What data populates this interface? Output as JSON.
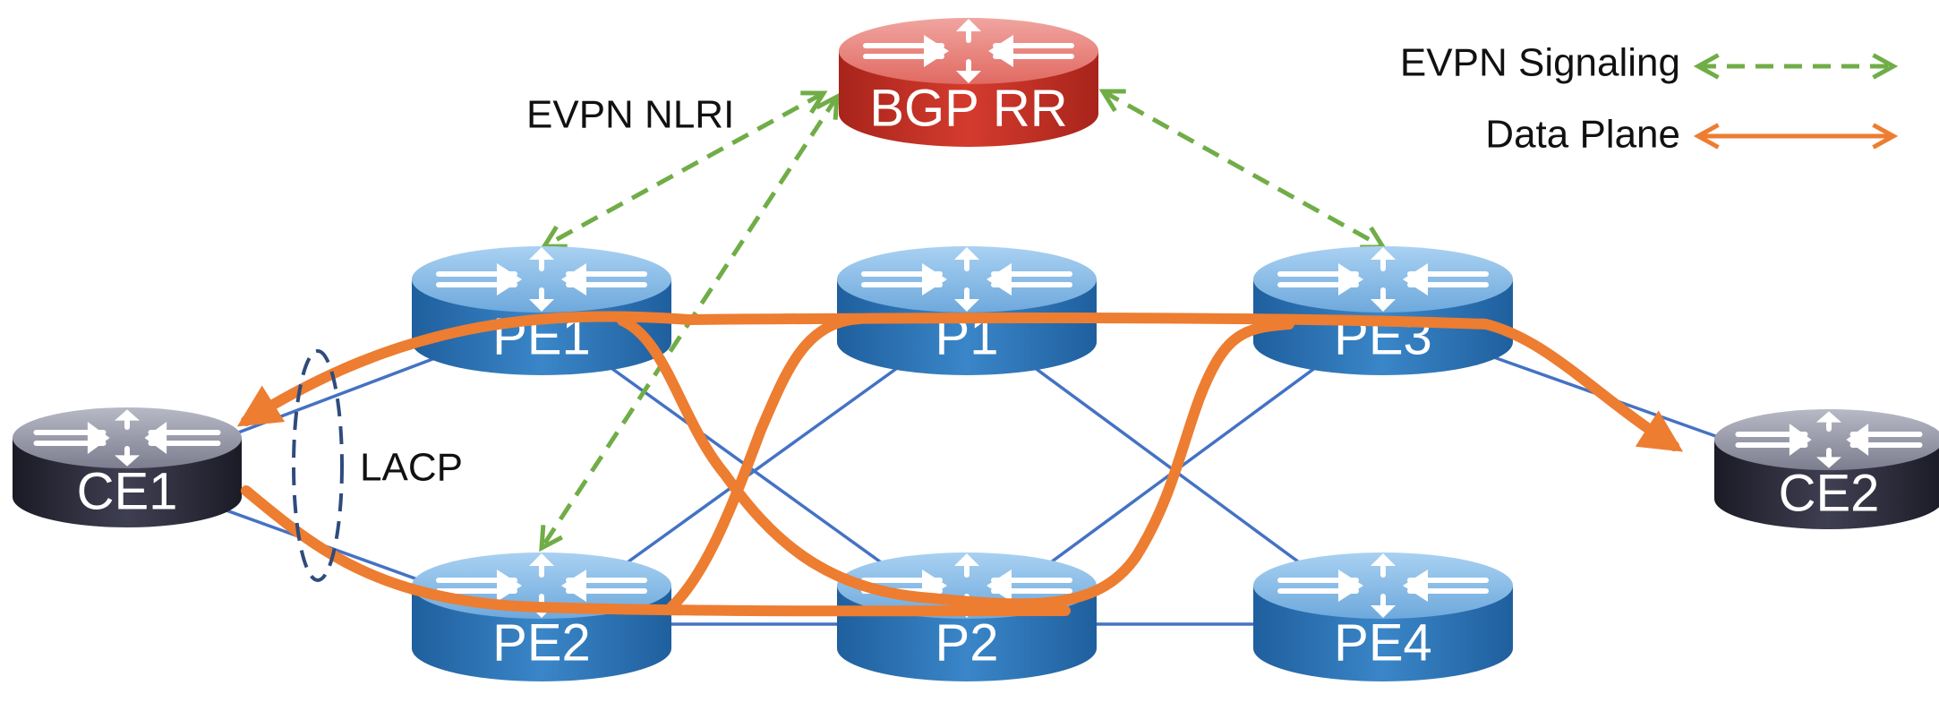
{
  "diagram": {
    "nodes": [
      {
        "id": "bgp-rr",
        "label": "BGP RR",
        "style": "red"
      },
      {
        "id": "pe1",
        "label": "PE1",
        "style": "blue"
      },
      {
        "id": "p1",
        "label": "P1",
        "style": "blue"
      },
      {
        "id": "pe3",
        "label": "PE3",
        "style": "blue"
      },
      {
        "id": "ce1",
        "label": "CE1",
        "style": "dark"
      },
      {
        "id": "ce2",
        "label": "CE2",
        "style": "dark"
      },
      {
        "id": "pe2",
        "label": "PE2",
        "style": "blue"
      },
      {
        "id": "p2",
        "label": "P2",
        "style": "blue"
      },
      {
        "id": "pe4",
        "label": "PE4",
        "style": "blue"
      }
    ],
    "links": [
      [
        "ce1",
        "pe1"
      ],
      [
        "ce1",
        "pe2"
      ],
      [
        "pe1",
        "p2"
      ],
      [
        "pe2",
        "p1"
      ],
      [
        "pe2",
        "p2"
      ],
      [
        "p1",
        "pe4"
      ],
      [
        "p2",
        "pe3"
      ],
      [
        "p2",
        "pe4"
      ],
      [
        "pe3",
        "ce2"
      ]
    ],
    "evpn_signaling": [
      [
        "bgp-rr",
        "pe1"
      ],
      [
        "bgp-rr",
        "pe2"
      ],
      [
        "bgp-rr",
        "pe3"
      ]
    ],
    "labels": {
      "evpn_nlri": "EVPN NLRI",
      "lacp": "LACP"
    },
    "legend": {
      "evpn_signaling": "EVPN Signaling",
      "data_plane": "Data Plane"
    },
    "colors": {
      "link": "#4472c4",
      "evpn_signaling": "#70ad47",
      "data_plane": "#ed7d31",
      "lacp": "#2f4b7c",
      "router_blue": "#2e75b6",
      "router_red": "#c0392b",
      "router_dark": "#2c2c3a"
    }
  }
}
